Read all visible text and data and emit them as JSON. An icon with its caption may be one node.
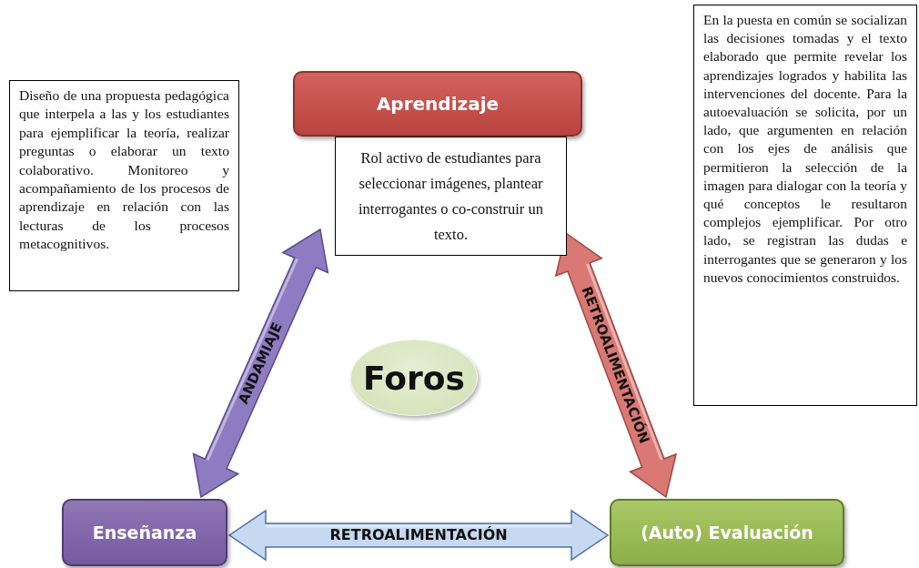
{
  "diagram": {
    "nodes": [
      {
        "text": [
          "Diseño de una propuesta pedagógica que interpela a las y los estudiantes para ejemplificar la teoría, realizar preguntas o elaborar un texto colaborativo. Monitoreo y acompañamiento de los procesos de aprendizaje en relación con las lecturas de los procesos metacognitivos."
        ]
      },
      {
        "text": [
          "Aprendizaje"
        ]
      },
      {
        "text": [
          "Rol activo de estudiantes para seleccionar imágenes, plantear interrogantes o co-construir un texto."
        ]
      },
      {
        "text": [
          "En la puesta en común se socializan las decisiones tomadas y el texto elaborado que permite revelar los aprendizajes logrados y habilita las intervenciones del docente. Para la autoevaluación se solicita, por un lado, que argumenten en relación con los ejes de análisis que permitieron la selección de la imagen para dialogar con la teoría y qué conceptos le resultaron complejos ejemplificar. Por otro lado, se registran las dudas e interrogantes que se generaron y los nuevos conocimientos construidos."
        ]
      },
      {
        "text": [
          "Foros"
        ]
      },
      {
        "text": [
          "Enseñanza"
        ]
      },
      {
        "text": [
          "(Auto) Evaluación"
        ]
      }
    ],
    "edges": [
      {
        "from": 5,
        "to": 1,
        "arrow": "both",
        "label": "ANDAMIAJE",
        "color": "#8e7cc3"
      },
      {
        "from": 1,
        "to": 6,
        "arrow": "both",
        "label": "RETROALIMENTACIÓN",
        "color": "#da7874"
      },
      {
        "from": 5,
        "to": 6,
        "arrow": "both",
        "label": "RETROALIMENTACIÓN",
        "color": "#c6d9f1"
      }
    ]
  }
}
